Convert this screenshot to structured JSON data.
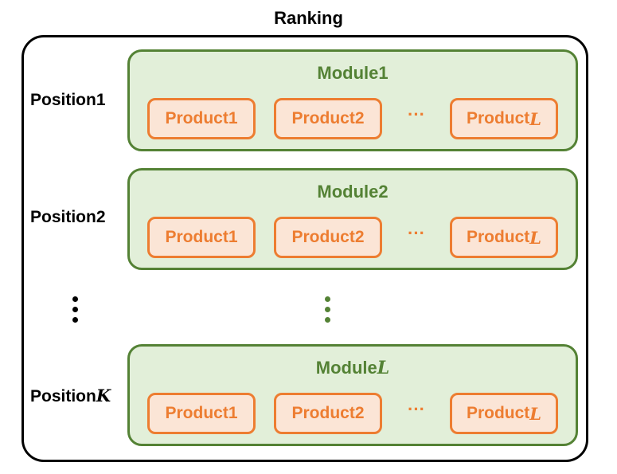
{
  "title": "Ranking",
  "colors": {
    "outer_border": "#000000",
    "module_fill": "#e2efd9",
    "module_border": "#548235",
    "product_fill": "#fbe5d6",
    "product_border": "#ed7d31"
  },
  "rows": [
    {
      "position_label": "Position",
      "position_suffix": "1",
      "module_label": "Module",
      "module_suffix": "1",
      "products": [
        {
          "label": "Product",
          "suffix": "1"
        },
        {
          "label": "Product",
          "suffix": "2"
        },
        {
          "label": "Product",
          "suffix": "L"
        }
      ],
      "ellipsis": "···"
    },
    {
      "position_label": "Position",
      "position_suffix": "2",
      "module_label": "Module",
      "module_suffix": "2",
      "products": [
        {
          "label": "Product",
          "suffix": "1"
        },
        {
          "label": "Product",
          "suffix": "2"
        },
        {
          "label": "Product",
          "suffix": "L"
        }
      ],
      "ellipsis": "···"
    },
    {
      "position_label": "Position",
      "position_suffix": "K",
      "module_label": "Module",
      "module_suffix": "L",
      "products": [
        {
          "label": "Product",
          "suffix": "1"
        },
        {
          "label": "Product",
          "suffix": "2"
        },
        {
          "label": "Product",
          "suffix": "L"
        }
      ],
      "ellipsis": "···"
    }
  ]
}
